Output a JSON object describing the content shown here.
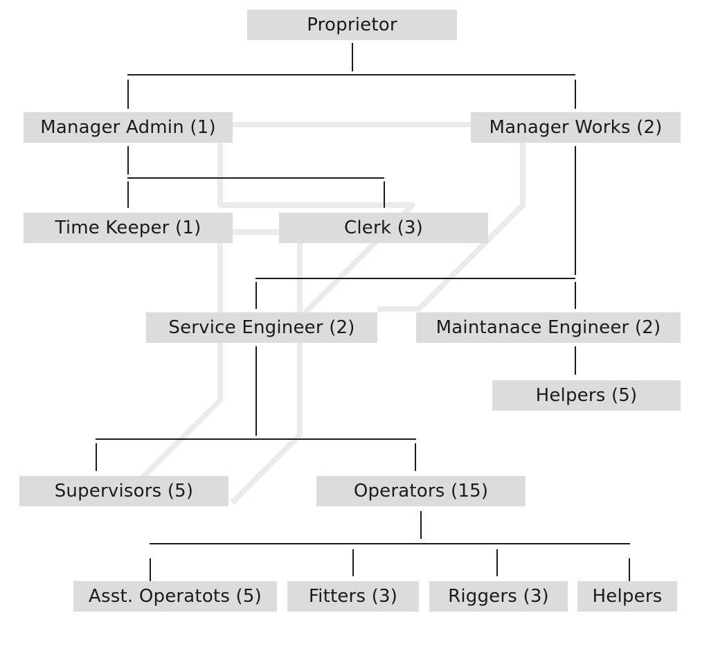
{
  "org_chart": {
    "proprietor": "Proprietor",
    "manager_admin": "Manager Admin (1)",
    "manager_works": "Manager Works (2)",
    "time_keeper": "Time Keeper (1)",
    "clerk": "Clerk (3)",
    "service_engineer": "Service Engineer (2)",
    "maintenance_engineer": "Maintanace Engineer (2)",
    "maintenance_helpers": "Helpers (5)",
    "supervisors": "Supervisors (5)",
    "operators": "Operators (15)",
    "asst_operators": "Asst. Operatots (5)",
    "fitters": "Fitters (3)",
    "riggers": "Riggers (3)",
    "operator_helpers": "Helpers"
  },
  "colors": {
    "box_fill": "#dcdcdc",
    "connector": "#1a1a1a",
    "watermark": "#ebebeb",
    "text": "#1a1a1a"
  }
}
